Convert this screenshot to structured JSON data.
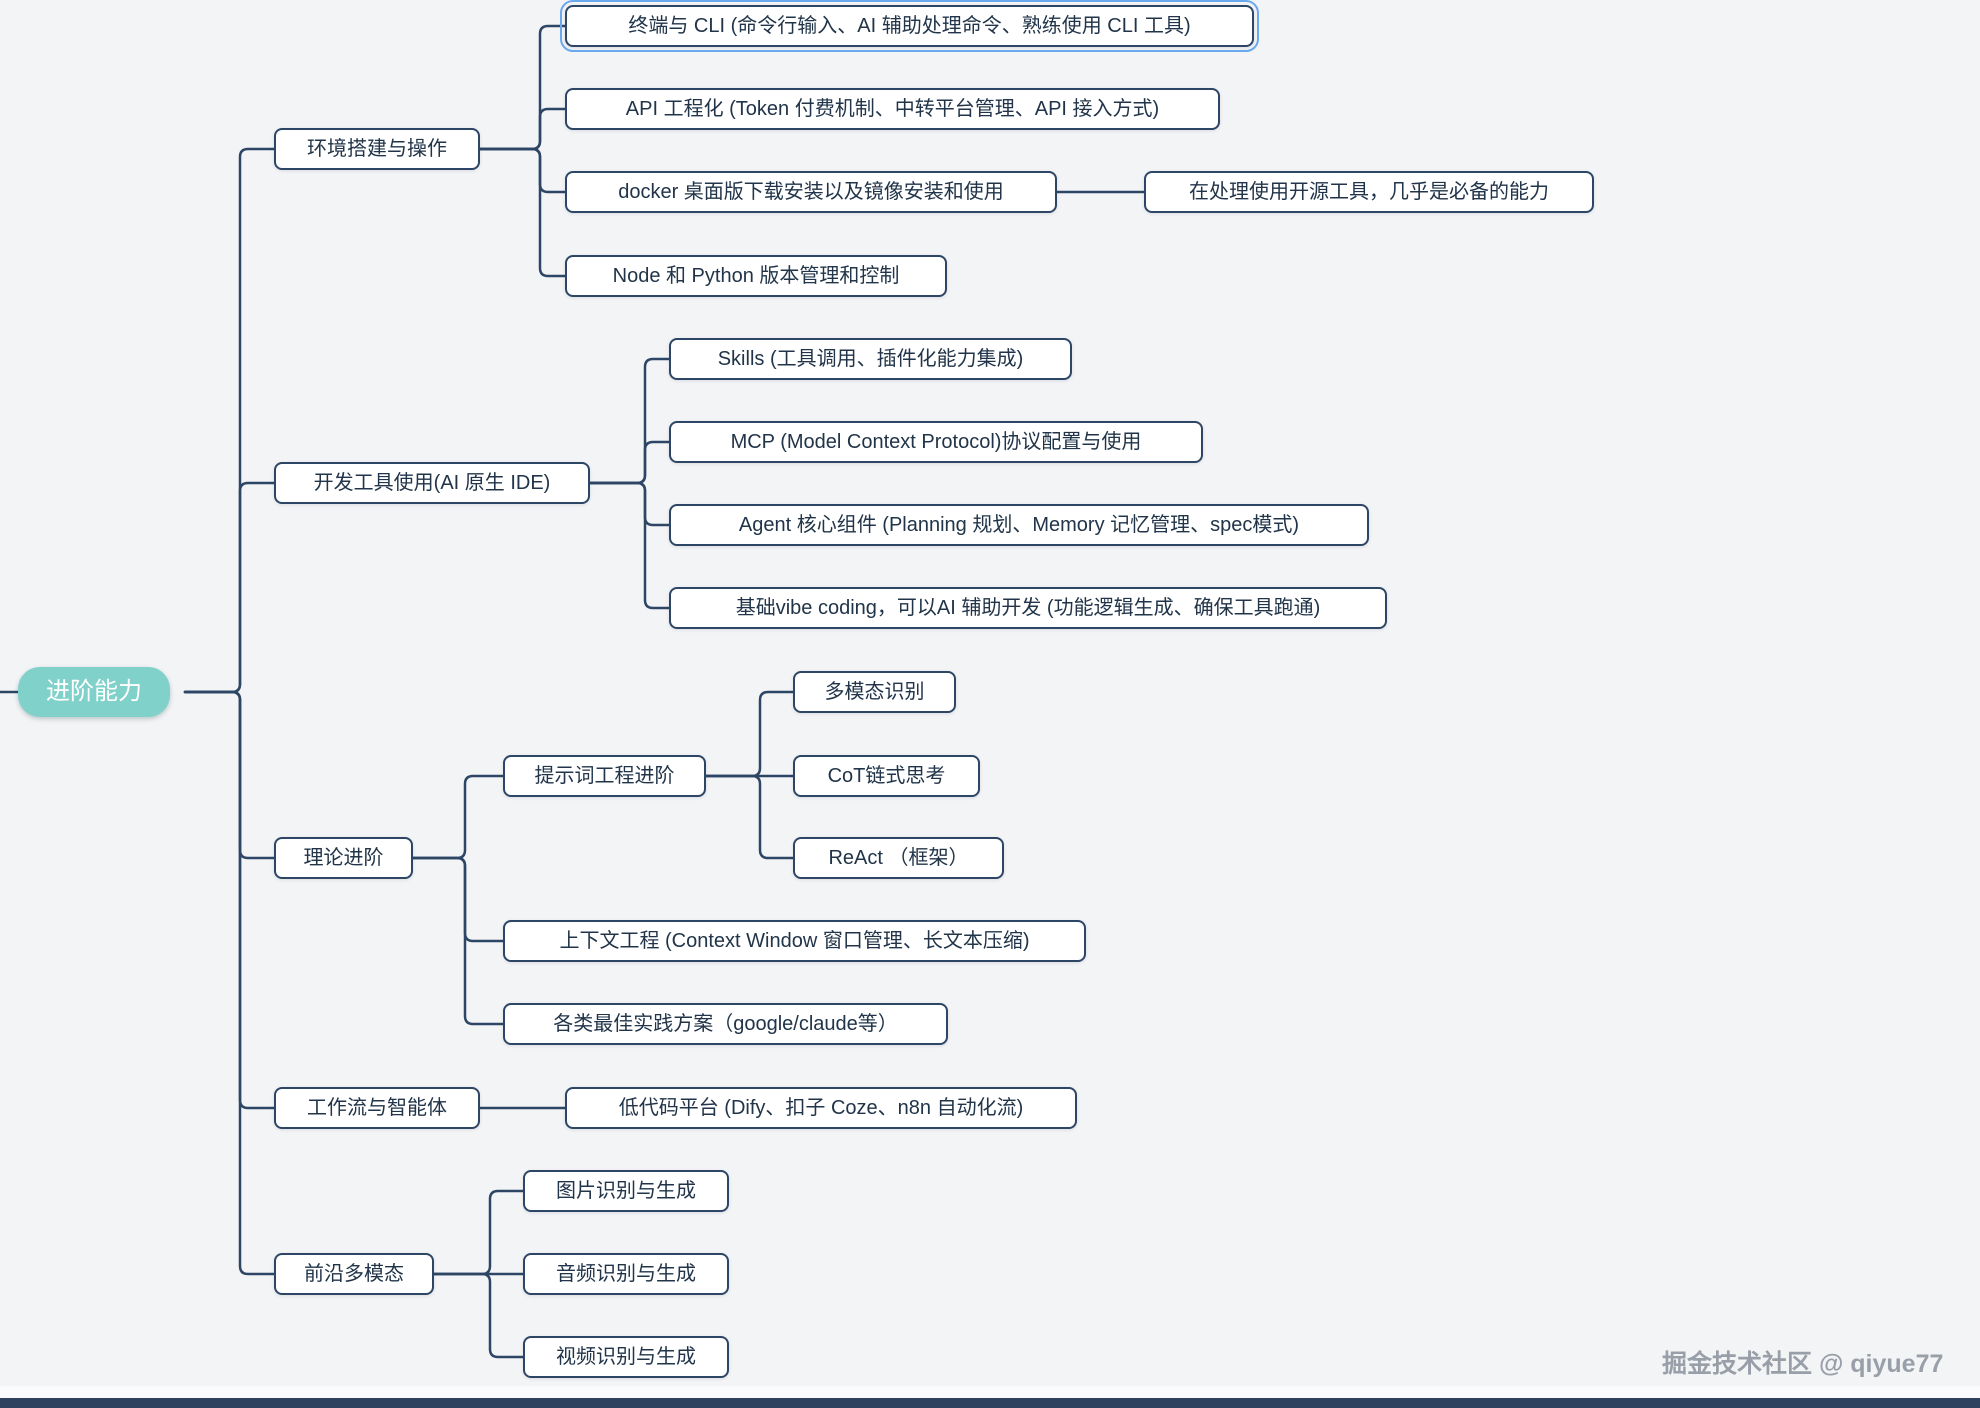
{
  "root": {
    "label": "进阶能力"
  },
  "branches": [
    {
      "label": "环境搭建与操作",
      "children": [
        {
          "label": "终端与 CLI (命令行输入、AI 辅助处理命令、熟练使用 CLI 工具)",
          "selected": true
        },
        {
          "label": "API 工程化 (Token 付费机制、中转平台管理、API 接入方式)"
        },
        {
          "label": "docker 桌面版下载安装以及镜像安装和使用",
          "children": [
            {
              "label": "在处理使用开源工具，几乎是必备的能力"
            }
          ]
        },
        {
          "label": "Node 和 Python 版本管理和控制"
        }
      ]
    },
    {
      "label": "开发工具使用(AI 原生 IDE)",
      "children": [
        {
          "label": "Skills (工具调用、插件化能力集成)"
        },
        {
          "label": "MCP (Model Context Protocol)协议配置与使用"
        },
        {
          "label": "Agent 核心组件 (Planning 规划、Memory 记忆管理、spec模式)"
        },
        {
          "label": "基础vibe coding，可以AI 辅助开发 (功能逻辑生成、确保工具跑通)"
        }
      ]
    },
    {
      "label": "理论进阶",
      "children": [
        {
          "label": "提示词工程进阶",
          "children": [
            {
              "label": "多模态识别"
            },
            {
              "label": "CoT链式思考"
            },
            {
              "label": "ReAct （框架）"
            }
          ]
        },
        {
          "label": "上下文工程 (Context Window 窗口管理、长文本压缩)"
        },
        {
          "label": "各类最佳实践方案（google/claude等）"
        }
      ]
    },
    {
      "label": "工作流与智能体",
      "children": [
        {
          "label": "低代码平台 (Dify、扣子 Coze、n8n 自动化流)"
        }
      ]
    },
    {
      "label": "前沿多模态",
      "children": [
        {
          "label": "图片识别与生成"
        },
        {
          "label": "音频识别与生成"
        },
        {
          "label": "视频识别与生成"
        }
      ]
    }
  ],
  "watermark": "掘金技术社区 @ qiyue77",
  "colors": {
    "background": "#f3f4f6",
    "root_fill": "#7fd1ca",
    "root_text": "#ffffff",
    "node_border": "#2e4666",
    "node_text": "#213449",
    "connector": "#2e4666",
    "selection_ring": "#6aa9f0"
  }
}
